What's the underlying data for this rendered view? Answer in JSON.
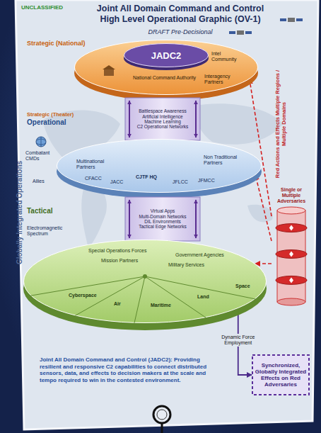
{
  "diagram": {
    "title": "Joint All Domain Command and Control High Level Operational Graphic (OV-1)",
    "nodes": [
      {
        "text": [
          "National Command Authority",
          "Intel Community",
          "Interagency Partners"
        ]
      },
      {
        "text": [
          "JADC2"
        ],
        "in": 0
      },
      {
        "text": [
          "Battlespace Awareness",
          "Artificial Intelligence",
          "Machine Learning",
          "C2 Operational Networks"
        ]
      },
      {
        "text": [
          "Multinational Partners",
          "Non Traditional Partners",
          "CFACC",
          "JACC",
          "CJTF HQ",
          "JFLCC",
          "JFMCC"
        ]
      },
      {
        "text": [
          "Virtual Apps",
          "Multi-Domain Networks",
          "DIL Environments",
          "Tactical Edge Networks"
        ]
      },
      {
        "text": [
          "Special Operations Forces",
          "Mission Partners",
          "Government Agencies",
          "Military Services",
          "Cyberspace",
          "Air",
          "Maritime",
          "Land",
          "Space"
        ]
      },
      {
        "text": [
          "Single or Multiple Adversaries"
        ]
      },
      {
        "text": [
          "Synchronized, Globally Integrated Effects on Red Adversaries"
        ]
      }
    ],
    "edges": [
      {
        "from": 6,
        "to": 0,
        "arrow": "to"
      },
      {
        "from": 6,
        "to": 3,
        "arrow": "to"
      },
      {
        "from": 6,
        "to": 5,
        "arrow": "to"
      },
      {
        "from": 5,
        "to": 7,
        "label": "Dynamic Force Employment",
        "arrow": "to"
      }
    ],
    "labels": [
      "UNCLASSIFIED",
      "DRAFT Pre-Decisional",
      "Strategic (National)",
      "Strategic (Theater)",
      "Operational",
      "Tactical",
      "Globally Integrated Operations",
      "Combatant CMDs",
      "Allies",
      "Electromagnetic Spectrum",
      "Red Actions and Effects Multiple Regions / Multiple Domains",
      "Joint All Domain Command and Control (JADC2): Providing resilient and responsive C2 capabilities to connect distributed sensors, data, and effects to decision makers at the scale and tempo required to win in the contested environment."
    ]
  }
}
